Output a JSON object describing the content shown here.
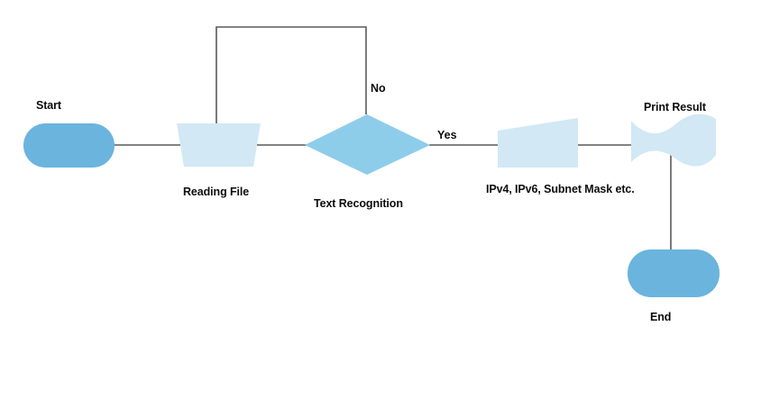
{
  "diagram": {
    "type": "flowchart",
    "title": "",
    "background_color": "#ffffff",
    "colors": {
      "terminator_fill": "#6ab4dd",
      "decision_fill": "#8ecdea",
      "process_fill": "#d2e8f5",
      "connector_stroke": "#5a5a5a",
      "label_text": "#0d0d0d"
    },
    "nodes": [
      {
        "id": "start",
        "label": "Start",
        "shape": "rounded-rectangle",
        "role": "terminator",
        "fill": "#6ab4dd"
      },
      {
        "id": "reading-file",
        "label": "Reading File",
        "shape": "inverted-trapezoid",
        "role": "manual-operation",
        "fill": "#d2e8f5"
      },
      {
        "id": "text-recognition",
        "label": "Text Recognition",
        "shape": "diamond",
        "role": "decision",
        "fill": "#8ecdea"
      },
      {
        "id": "ip-data",
        "label": "IPv4, IPv6, Subnet Mask etc.",
        "shape": "slanted-quadrilateral",
        "role": "data",
        "fill": "#d2e8f5"
      },
      {
        "id": "print-result",
        "label": "Print Result",
        "shape": "wavy-document",
        "role": "document",
        "fill": "#d2e8f5"
      },
      {
        "id": "end",
        "label": "End",
        "shape": "rounded-rectangle",
        "role": "terminator",
        "fill": "#6ab4dd"
      }
    ],
    "edges": [
      {
        "id": "e1",
        "from": "start",
        "to": "reading-file",
        "label": ""
      },
      {
        "id": "e2",
        "from": "reading-file",
        "to": "text-recognition",
        "label": ""
      },
      {
        "id": "e3",
        "from": "text-recognition",
        "to": "reading-file",
        "label": "No"
      },
      {
        "id": "e4",
        "from": "text-recognition",
        "to": "ip-data",
        "label": "Yes"
      },
      {
        "id": "e5",
        "from": "ip-data",
        "to": "print-result",
        "label": ""
      },
      {
        "id": "e6",
        "from": "print-result",
        "to": "end",
        "label": ""
      }
    ]
  }
}
